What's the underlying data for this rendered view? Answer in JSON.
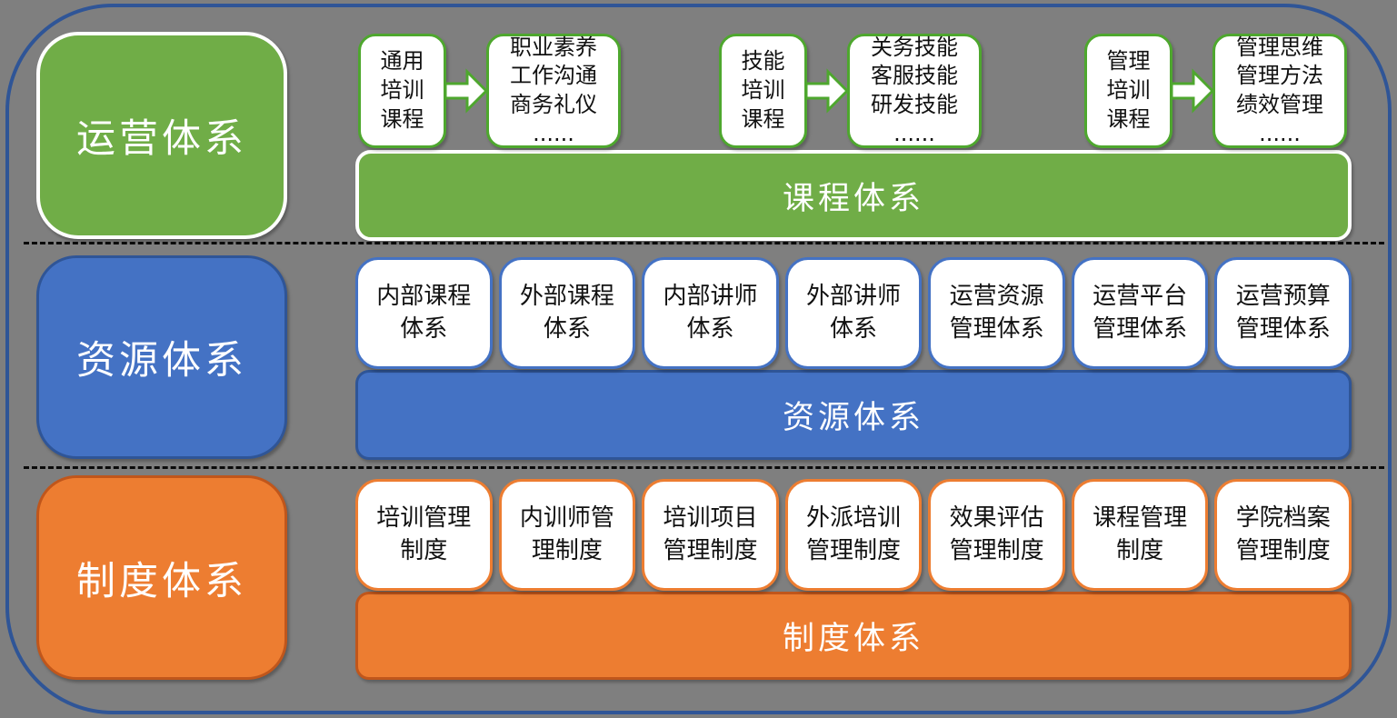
{
  "colors": {
    "background": "#7F7F7F",
    "outer_border": "#2F5597",
    "green": "#70AD47",
    "green_border": "#4EA72E",
    "blue": "#4472C4",
    "blue_dark": "#2F5597",
    "orange": "#ED7D31",
    "orange_dark": "#C0561B",
    "box_bg": "#FFFFFF",
    "text_dark": "#111111",
    "text_light": "#FFFFFF",
    "divider": "#0A0A0A"
  },
  "icons": {
    "arrow_right": "block-arrow-right"
  },
  "sections": {
    "operation": {
      "label": "运营体系",
      "bar_label": "课程体系",
      "groups": [
        {
          "source": "通用\n培训\n课程",
          "target": "职业素养\n工作沟通\n商务礼仪\n......"
        },
        {
          "source": "技能\n培训\n课程",
          "target": "关务技能\n客服技能\n研发技能\n......"
        },
        {
          "source": "管理\n培训\n课程",
          "target": "管理思维\n管理方法\n绩效管理\n......"
        }
      ]
    },
    "resource": {
      "label": "资源体系",
      "bar_label": "资源体系",
      "boxes": [
        "内部课程\n体系",
        "外部课程\n体系",
        "内部讲师\n体系",
        "外部讲师\n体系",
        "运营资源\n管理体系",
        "运营平台\n管理体系",
        "运营预算\n管理体系"
      ]
    },
    "institution": {
      "label": "制度体系",
      "bar_label": "制度体系",
      "boxes": [
        "培训管理\n制度",
        "内训师管\n理制度",
        "培训项目\n管理制度",
        "外派培训\n管理制度",
        "效果评估\n管理制度",
        "课程管理\n制度",
        "学院档案\n管理制度"
      ]
    }
  }
}
